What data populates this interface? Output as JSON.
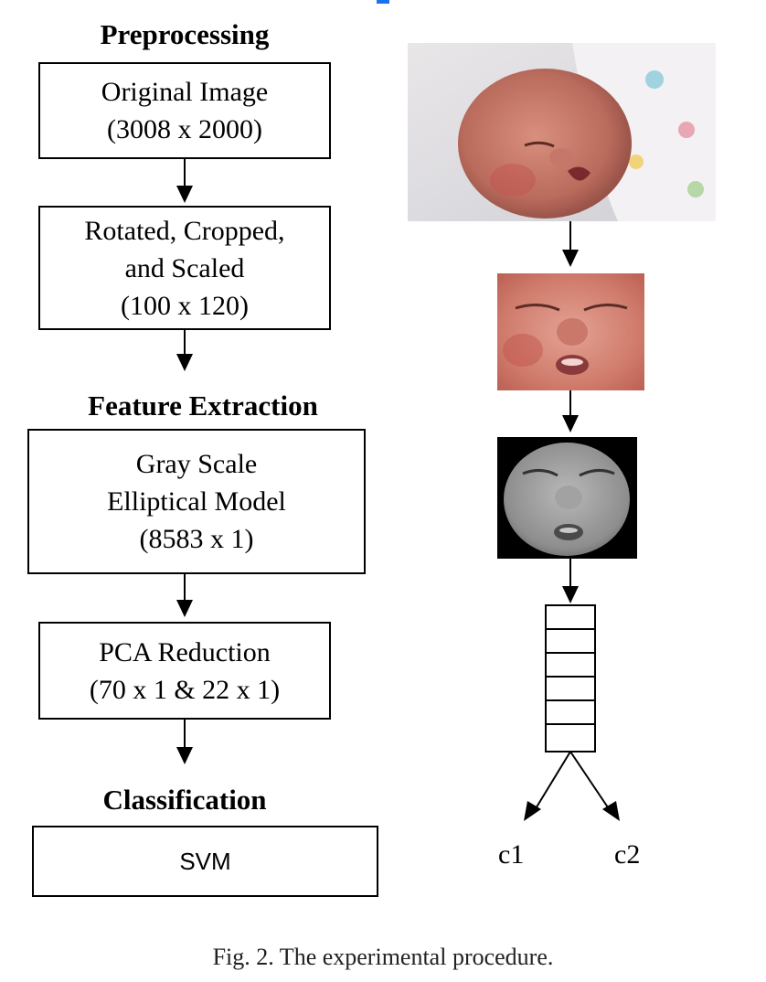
{
  "stages": {
    "preprocessing": "Preprocessing",
    "feature_extraction": "Feature Extraction",
    "classification": "Classification"
  },
  "boxes": {
    "original": [
      "Original Image",
      "(3008 x 2000)"
    ],
    "rotated": [
      "Rotated, Cropped,",
      "and Scaled",
      "(100 x 120)"
    ],
    "grayscale": [
      "Gray Scale",
      "Elliptical Model",
      "(8583 x 1)"
    ],
    "pca": [
      "PCA Reduction",
      "(70 x 1 & 22 x 1)"
    ],
    "svm": "SVM"
  },
  "classes": {
    "c1": "c1",
    "c2": "c2"
  },
  "caption": "Fig. 2. The experimental procedure."
}
